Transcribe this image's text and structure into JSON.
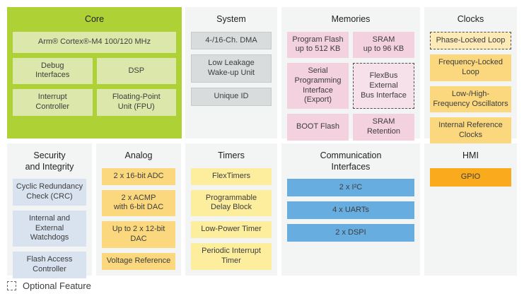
{
  "legend": {
    "label": "Optional Feature"
  },
  "colors": {
    "core_panel_green": "#aed136",
    "core_block_green": "#dce8ab",
    "panel_background": "#f3f4f4",
    "system_gray": "#d9dcdc",
    "memories_pink": "#f3d1de",
    "memories_pink_optional": "#f6e0e9",
    "clocks_analog_amber": "#fbd87e",
    "clocks_amber_optional": "#fdeab6",
    "timers_yellow": "#fcee9d",
    "comm_blue": "#68ade0",
    "security_blue_gray": "#d9e2ef",
    "hmi_orange": "#f9aa1d",
    "text_dark": "#3d3d3d"
  },
  "panels": {
    "core": {
      "title": "Core",
      "blocks": [
        {
          "label": "Arm® Cortex®-M4 100/120 MHz"
        },
        {
          "label": "Debug\nInterfaces"
        },
        {
          "label": "DSP"
        },
        {
          "label": "Interrupt\nController"
        },
        {
          "label": "Floating-Point\nUnit (FPU)"
        }
      ]
    },
    "system": {
      "title": "System",
      "blocks": [
        {
          "label": "4-/16-Ch. DMA"
        },
        {
          "label": "Low Leakage\nWake-up Unit"
        },
        {
          "label": "Unique ID"
        }
      ]
    },
    "memories": {
      "title": "Memories",
      "blocks": [
        {
          "label": "Program Flash\nup to 512 KB"
        },
        {
          "label": "SRAM\nup to 96 KB"
        },
        {
          "label": "Serial Programming\nInterface (Export)"
        },
        {
          "label": "FlexBus External\nBus Interface",
          "optional": true
        },
        {
          "label": "BOOT Flash"
        },
        {
          "label": "SRAM Retention"
        }
      ]
    },
    "clocks": {
      "title": "Clocks",
      "blocks": [
        {
          "label": "Phase-Locked Loop",
          "optional": true
        },
        {
          "label": "Frequency-Locked\nLoop"
        },
        {
          "label": "Low-/High-\nFrequency Oscillators"
        },
        {
          "label": "Internal Reference\nClocks"
        }
      ]
    },
    "security": {
      "title": "Security\nand Integrity",
      "blocks": [
        {
          "label": "Cyclic Redundancy\nCheck (CRC)"
        },
        {
          "label": "Internal and\nExternal Watchdogs"
        },
        {
          "label": "Flash Access\nController"
        }
      ]
    },
    "analog": {
      "title": "Analog",
      "blocks": [
        {
          "label": "2 x 16-bit ADC"
        },
        {
          "label": "2 x ACMP\nwith 6-bit DAC"
        },
        {
          "label": "Up to 2 x 12-bit DAC"
        },
        {
          "label": "Voltage Reference"
        }
      ]
    },
    "timers": {
      "title": "Timers",
      "blocks": [
        {
          "label": "FlexTimers"
        },
        {
          "label": "Programmable\nDelay Block"
        },
        {
          "label": "Low-Power Timer"
        },
        {
          "label": "Periodic Interrupt\nTimer"
        }
      ]
    },
    "comm": {
      "title": "Communication\nInterfaces",
      "blocks": [
        {
          "label": "2 x I²C"
        },
        {
          "label": "4 x UARTs"
        },
        {
          "label": "2 x DSPI"
        }
      ]
    },
    "hmi": {
      "title": "HMI",
      "blocks": [
        {
          "label": "GPIO"
        }
      ]
    }
  }
}
